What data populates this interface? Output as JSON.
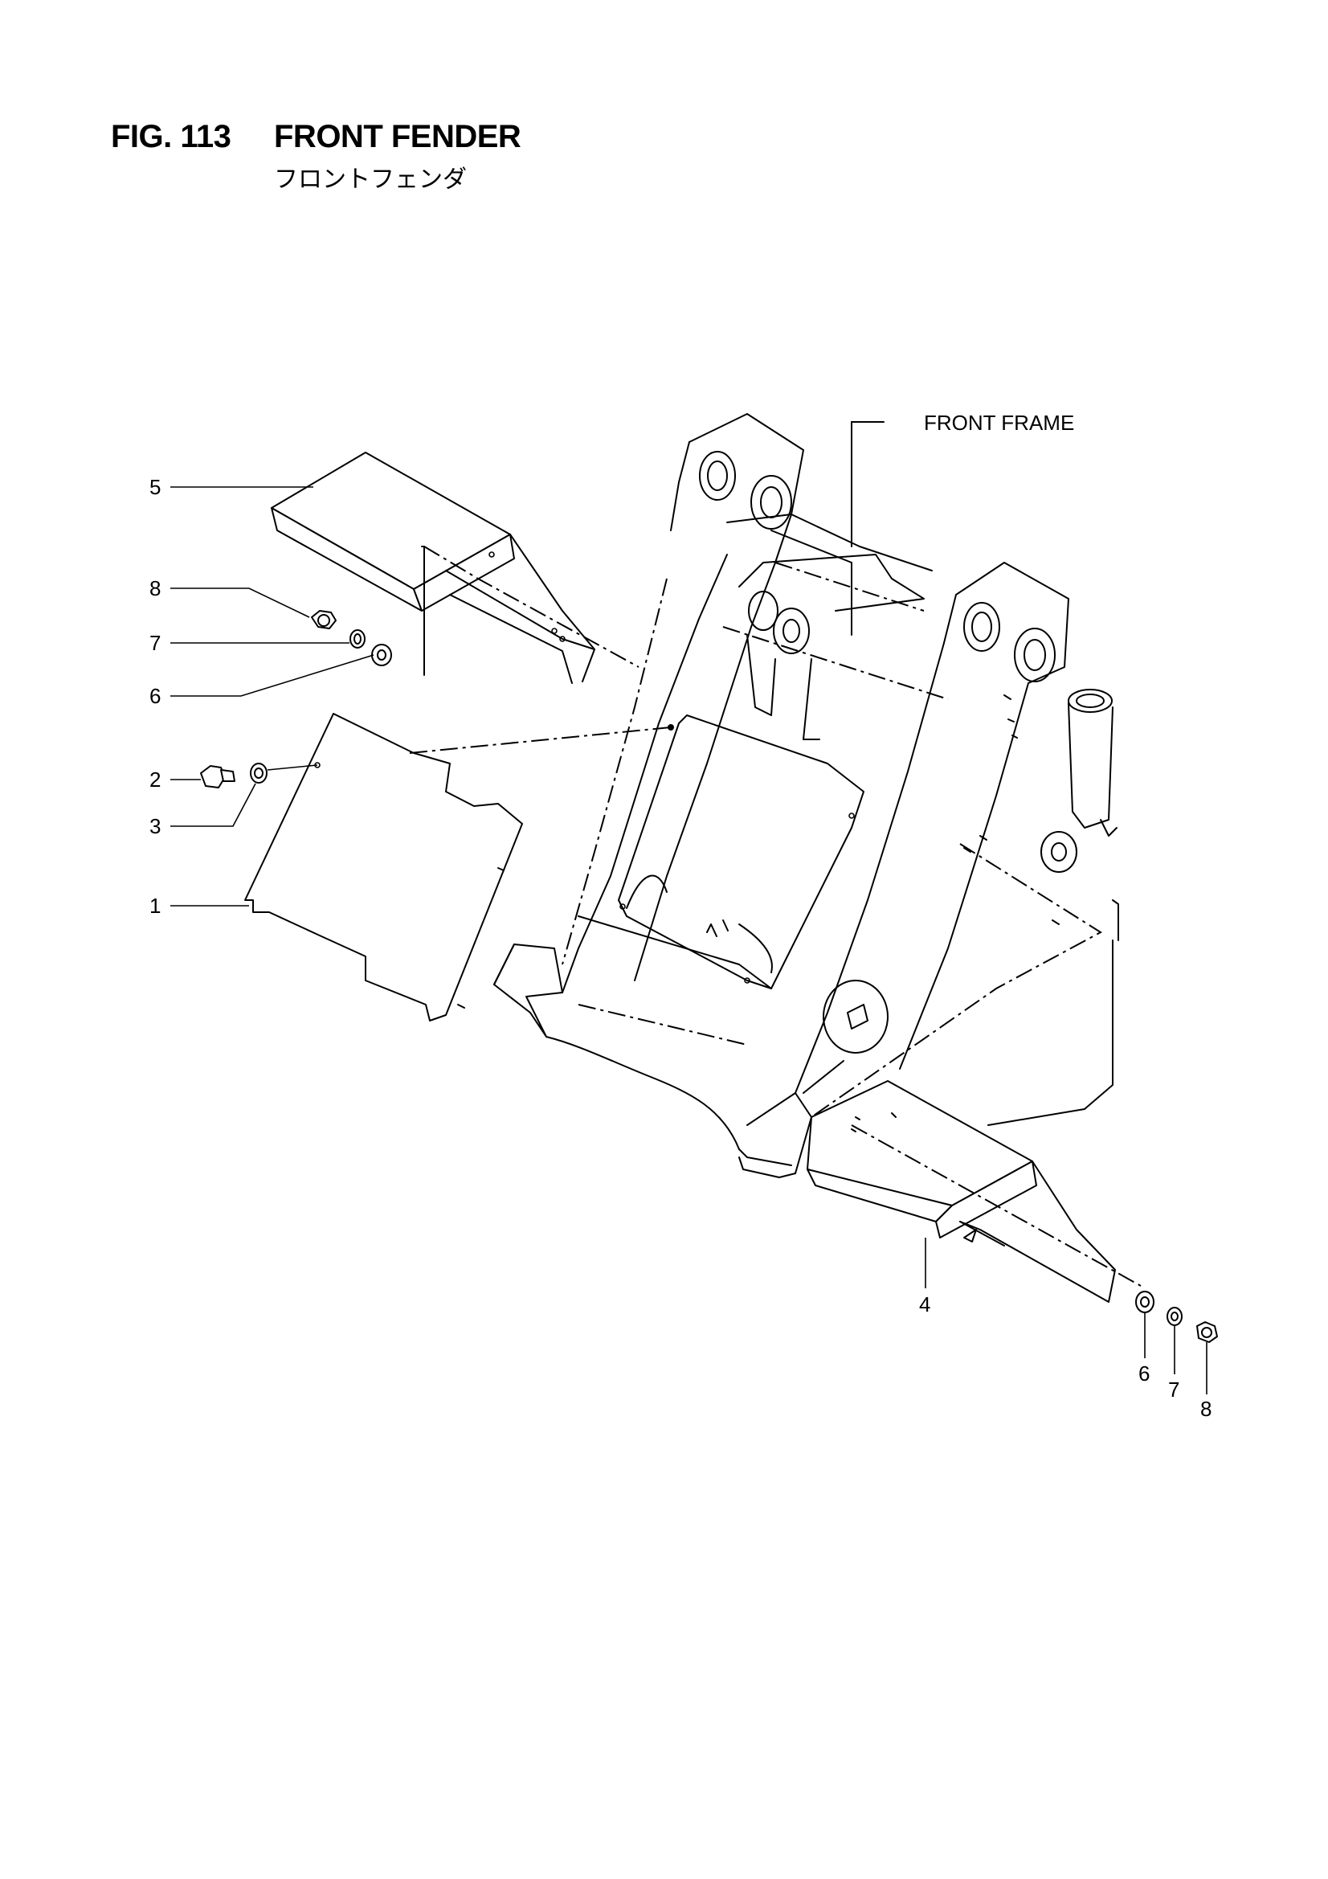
{
  "figure": {
    "number": "FIG. 113",
    "title": "FRONT FENDER",
    "title_jp": "フロントフェンダ"
  },
  "labels": {
    "front_frame": "FRONT FRAME"
  },
  "callouts": {
    "c5": "5",
    "c8a": "8",
    "c7a": "7",
    "c6a": "6",
    "c2": "2",
    "c3": "3",
    "c1": "1",
    "c4": "4",
    "c6b": "6",
    "c7b": "7",
    "c8b": "8"
  }
}
